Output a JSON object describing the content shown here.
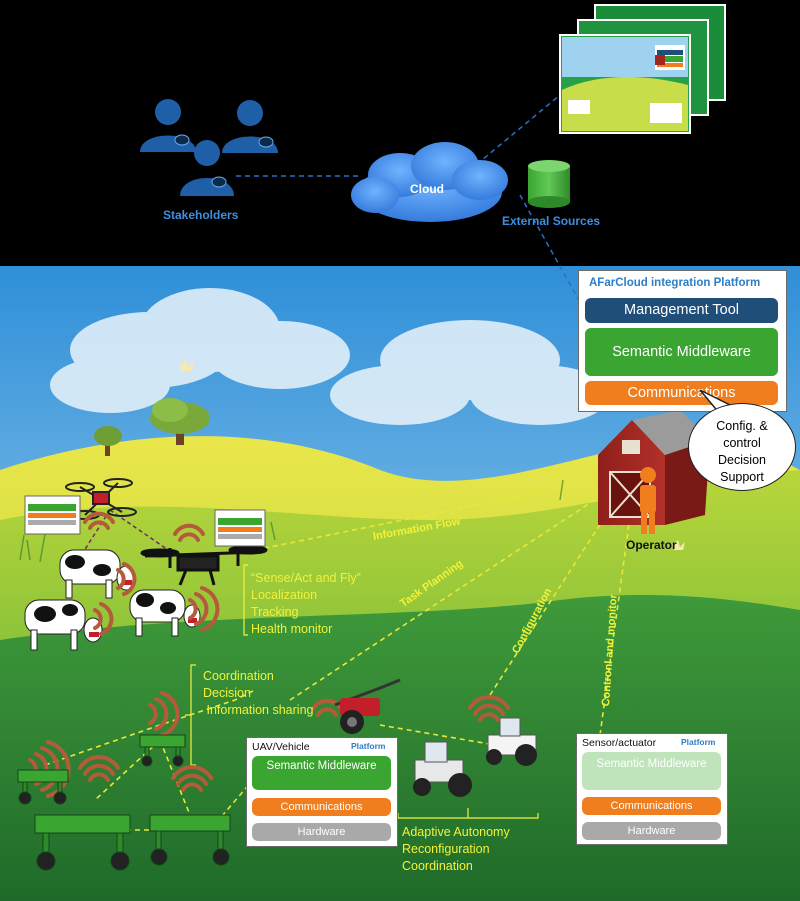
{
  "top": {
    "stakeholders_label": "Stakeholders",
    "cloud_label": "Cloud",
    "external_sources_label": "External Sources"
  },
  "afarcloud": {
    "title": "AFarCloud integration Platform",
    "layers": [
      "Management Tool",
      "Semantic Middleware",
      "Communications"
    ],
    "colors": [
      "#1f4e79",
      "#3aa531",
      "#f07d1e"
    ]
  },
  "bubble": {
    "lines": [
      "Config. &",
      "control",
      "Decision",
      "Support"
    ]
  },
  "operator_label": "Operator",
  "flows": {
    "information_flow": "Information Flow",
    "task_planning": "Task Planning",
    "configuration": "Configuration",
    "control_monitor": "Contronl and monitor"
  },
  "uav_caps": [
    "“Sense/Act and Fly”",
    "Localization",
    "Tracking",
    "Health monitor"
  ],
  "swarm_caps": [
    "Coordination",
    "Decision",
    " Information sharing"
  ],
  "tractor_caps": [
    "Adaptive Autonomy",
    "Reconfiguration",
    "Coordination"
  ],
  "uav_platform": {
    "name": "UAV/Vehicle",
    "tag": "Platform",
    "layers": [
      "Semantic Middleware",
      "Communications",
      "Hardware"
    ]
  },
  "sensor_platform": {
    "name": "Sensor/actuator",
    "tag": "Platform",
    "layers": [
      "Semantic Middleware",
      "Communications",
      "Hardware"
    ]
  }
}
